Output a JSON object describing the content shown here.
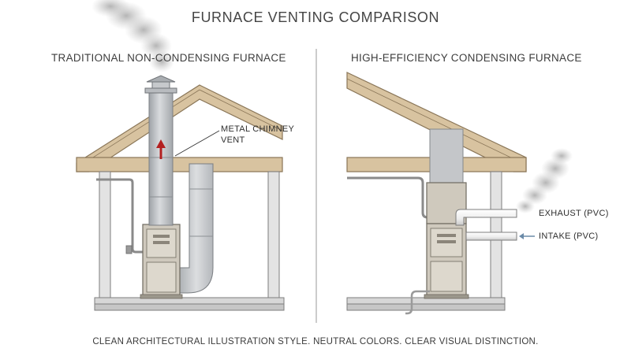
{
  "title": "FURNACE VENTING COMPARISON",
  "left_panel": {
    "heading": "TRADITIONAL NON-CONDENSING FURNACE",
    "chimney_label": "METAL CHIMNEY VENT"
  },
  "right_panel": {
    "heading": "HIGH-EFFICIENCY CONDENSING FURNACE",
    "exhaust_label": "EXHAUST (PVC)",
    "intake_label": "INTAKE (PVC)"
  },
  "caption": "CLEAN ARCHITECTURAL ILLUSTRATION STYLE. NEUTRAL COLORS. CLEAR VISUAL DISTINCTION.",
  "colors": {
    "roof_wood": "#d8c3a0",
    "roof_outline": "#8a7658",
    "wall": "#e3e3e3",
    "wall_outline": "#7e7e7e",
    "furnace": "#cfc9bd",
    "metal_duct": "#b9bcc0",
    "pvc": "#efefef",
    "smoke": "#a9a9a9",
    "flow_arrow": "#b32020"
  }
}
